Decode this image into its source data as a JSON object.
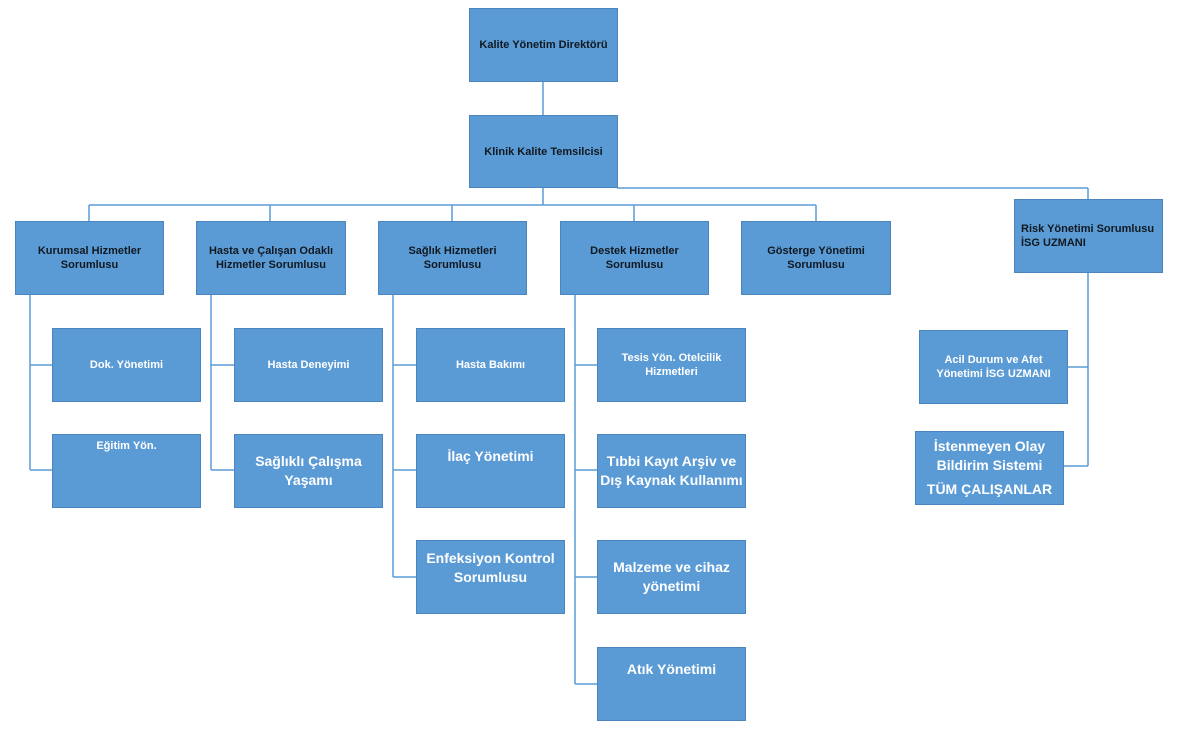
{
  "chart": {
    "director": "Kalite Yönetim Direktörü",
    "clinical_rep": "Klinik Kalite Temsilcisi",
    "kurumsal": {
      "title": "Kurumsal Hizmetler\nSorumlusu",
      "items": [
        "Dok. Yönetimi",
        "Eğitim Yön."
      ]
    },
    "hasta": {
      "title": "Hasta ve Çalışan Odaklı\nHizmetler Sorumlusu",
      "items": [
        "Hasta Deneyimi",
        "Sağlıklı Çalışma\nYaşamı"
      ]
    },
    "saglik": {
      "title": "Sağlık Hizmetleri Sorumlusu",
      "items": [
        "Hasta Bakımı",
        "İlaç Yönetimi",
        "Enfeksiyon Kontrol\nSorumlusu"
      ]
    },
    "destek": {
      "title": "Destek Hizmetler\nSorumlusu",
      "items": [
        "Tesis Yön. Otelcilik\nHizmetleri",
        "Tıbbi Kayıt Arşiv ve\nDış Kaynak Kullanımı",
        "Malzeme ve cihaz\nyönetimi",
        "Atık Yönetimi"
      ]
    },
    "gosterge": {
      "title": "Gösterge Yönetimi\nSorumlusu"
    },
    "risk": {
      "title": "Risk Yönetimi  Sorumlusu\nİSG UZMANI",
      "items": [
        "Acil Durum ve Afet\nYönetimi İSG UZMANI",
        "İstenmeyen Olay\nBildirim Sistemi",
        "TÜM ÇALIŞANLAR"
      ]
    }
  },
  "colors": {
    "box_fill": "#5b9bd5",
    "box_border": "#4a86bd",
    "connector": "#5b9bd5"
  }
}
